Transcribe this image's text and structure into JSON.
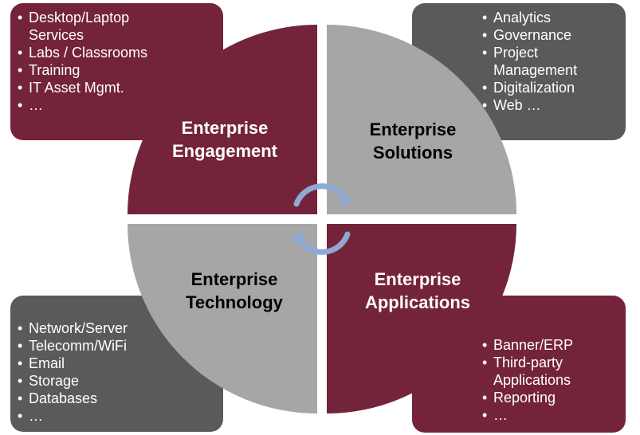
{
  "colors": {
    "maroon": "#74243a",
    "dark_gray": "#5a5a5a",
    "light_gray": "#a6a6a6",
    "arrow": "#8fa8d4"
  },
  "quadrants": {
    "engagement": {
      "title_line1": "Enterprise",
      "title_line2": "Engagement"
    },
    "solutions": {
      "title_line1": "Enterprise",
      "title_line2": "Solutions"
    },
    "technology": {
      "title_line1": "Enterprise",
      "title_line2": "Technology"
    },
    "applications": {
      "title_line1": "Enterprise",
      "title_line2": "Applications"
    }
  },
  "boxes": {
    "engagement": [
      "Desktop/Laptop Services",
      "Labs / Classrooms",
      "Training",
      "IT Asset Mgmt.",
      "…"
    ],
    "solutions": [
      "Analytics",
      "Governance",
      "Project Management",
      "Digitalization",
      "Web …"
    ],
    "technology": [
      "Network/Server",
      "Telecomm/WiFi",
      "Email",
      "Storage",
      "Databases",
      "…"
    ],
    "applications": [
      "Banner/ERP",
      "Third-party Applications",
      "Reporting",
      "…"
    ]
  },
  "icons": {
    "center": "cycle-arrows-icon"
  }
}
